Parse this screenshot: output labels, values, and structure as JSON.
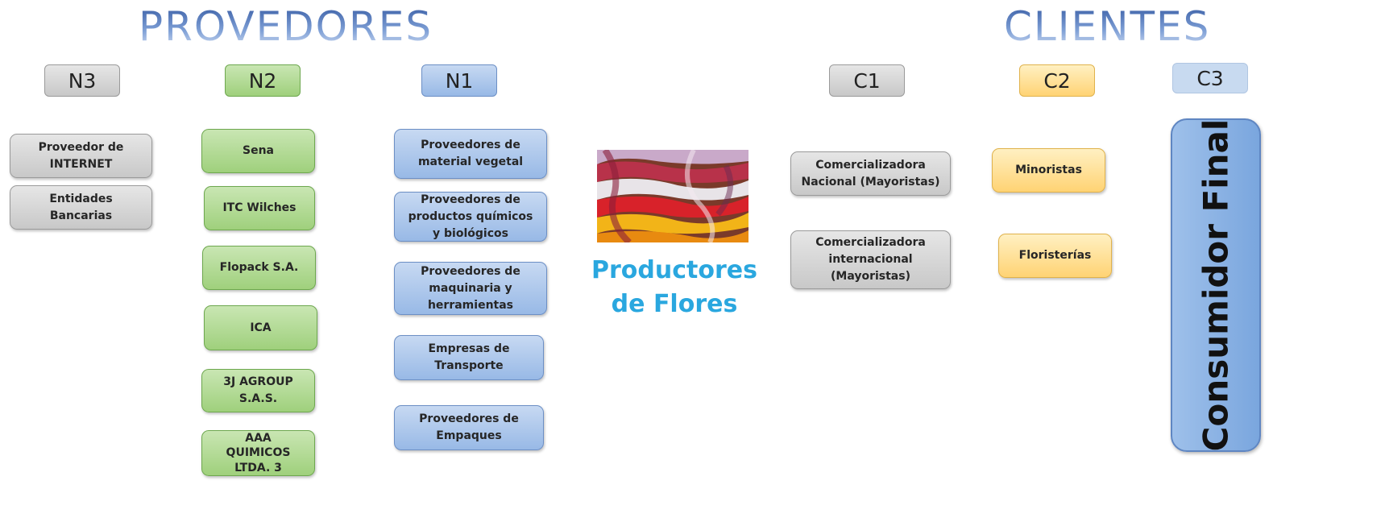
{
  "headings": {
    "providers": "PROVEDORES",
    "clients": "CLIENTES"
  },
  "levels": {
    "n3": "N3",
    "n2": "N2",
    "n1": "N1",
    "c1": "C1",
    "c2": "C2",
    "c3": "C3"
  },
  "n3_nodes": [
    "Proveedor de\nINTERNET",
    "Entidades\nBancarias"
  ],
  "n2_nodes": [
    "Sena",
    "ITC Wilches",
    "Flopack S.A.",
    "ICA",
    "3J AGROUP\nS.A.S.",
    "AAA\nQUIMICOS\nLTDA. 3"
  ],
  "n1_nodes": [
    "Proveedores de\nmaterial vegetal",
    "Proveedores de\nproductos químicos\ny biológicos",
    "Proveedores de\nmaquinaria y\nherramientas",
    "Empresas de\nTransporte",
    "Proveedores de\nEmpaques"
  ],
  "center": {
    "label": "Productores\nde  Flores",
    "image": "flower-field-photo"
  },
  "c1_nodes": [
    "Comercializadora\nNacional (Mayoristas)",
    "Comercializadora\ninternacional\n(Mayoristas)"
  ],
  "c2_nodes": [
    "Minoristas",
    "Floristerías"
  ],
  "c3_node": "Consumidor Final",
  "colors": {
    "n3": "#d9d9d9",
    "n2": "#a9d18e",
    "n1": "#9dc3e6",
    "c1": "#d9d9d9",
    "c2": "#ffd966",
    "c3": "#8faadc",
    "center_label": "#2aa7df"
  }
}
